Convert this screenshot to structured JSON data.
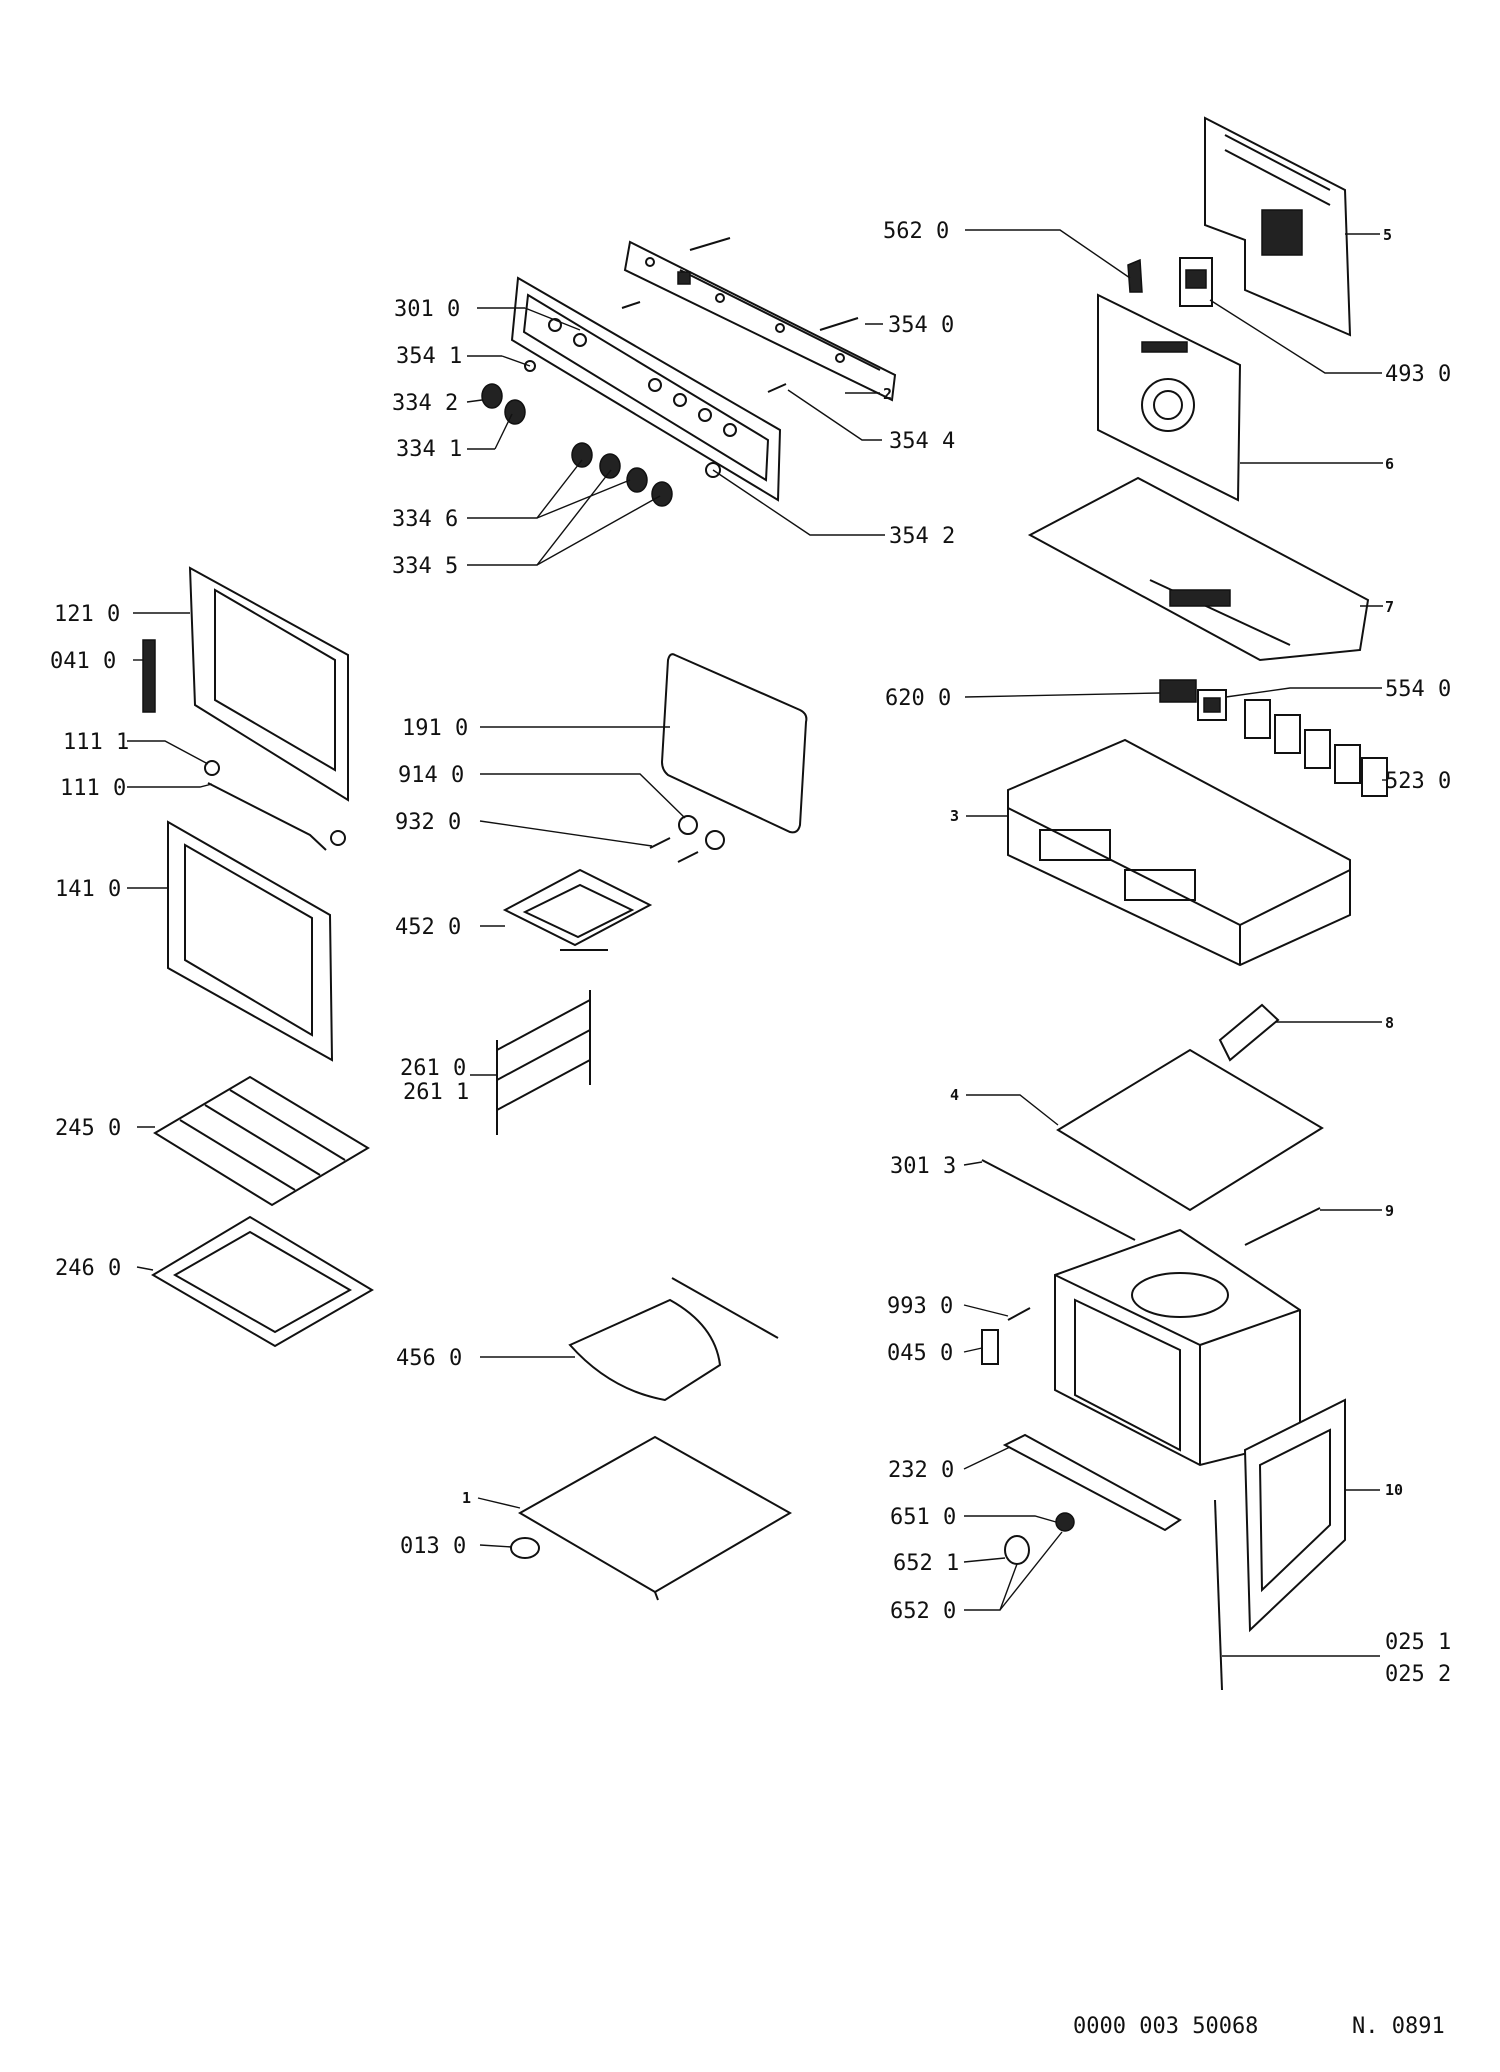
{
  "callouts": [
    {
      "id": "c-562-0",
      "text": "562 0"
    },
    {
      "id": "c-301-0",
      "text": "301 0"
    },
    {
      "id": "c-354-0",
      "text": "354 0"
    },
    {
      "id": "c-354-1",
      "text": "354 1"
    },
    {
      "id": "c-334-2",
      "text": "334 2"
    },
    {
      "id": "c-334-1",
      "text": "334 1"
    },
    {
      "id": "c-354-4",
      "text": "354 4"
    },
    {
      "id": "c-334-6",
      "text": "334 6"
    },
    {
      "id": "c-354-2",
      "text": "354 2"
    },
    {
      "id": "c-334-5",
      "text": "334 5"
    },
    {
      "id": "c-493-0",
      "text": "493 0"
    },
    {
      "id": "c-121-0",
      "text": "121 0"
    },
    {
      "id": "c-041-0",
      "text": "041 0"
    },
    {
      "id": "c-111-1",
      "text": "111 1"
    },
    {
      "id": "c-111-0",
      "text": "111 0"
    },
    {
      "id": "c-141-0",
      "text": "141 0"
    },
    {
      "id": "c-245-0",
      "text": "245 0"
    },
    {
      "id": "c-246-0",
      "text": "246 0"
    },
    {
      "id": "c-191-0",
      "text": "191 0"
    },
    {
      "id": "c-914-0",
      "text": "914 0"
    },
    {
      "id": "c-932-0",
      "text": "932 0"
    },
    {
      "id": "c-452-0",
      "text": "452 0"
    },
    {
      "id": "c-261-0",
      "text": "261 0"
    },
    {
      "id": "c-261-1",
      "text": "261 1"
    },
    {
      "id": "c-456-0",
      "text": "456 0"
    },
    {
      "id": "c-013-0",
      "text": "013 0"
    },
    {
      "id": "c-620-0",
      "text": "620 0"
    },
    {
      "id": "c-554-0",
      "text": "554 0"
    },
    {
      "id": "c-523-0",
      "text": "523 0"
    },
    {
      "id": "c-301-3",
      "text": "301 3"
    },
    {
      "id": "c-993-0",
      "text": "993 0"
    },
    {
      "id": "c-045-0",
      "text": "045 0"
    },
    {
      "id": "c-232-0",
      "text": "232 0"
    },
    {
      "id": "c-651-0",
      "text": "651 0"
    },
    {
      "id": "c-652-1",
      "text": "652 1"
    },
    {
      "id": "c-652-0",
      "text": "652 0"
    },
    {
      "id": "c-025-1",
      "text": "025 1"
    },
    {
      "id": "c-025-2",
      "text": "025 2"
    }
  ],
  "small_callouts": [
    {
      "id": "s-2",
      "text": "2"
    },
    {
      "id": "s-5",
      "text": "5"
    },
    {
      "id": "s-6",
      "text": "6"
    },
    {
      "id": "s-7",
      "text": "7"
    },
    {
      "id": "s-3",
      "text": "3"
    },
    {
      "id": "s-8",
      "text": "8"
    },
    {
      "id": "s-4",
      "text": "4"
    },
    {
      "id": "s-9",
      "text": "9"
    },
    {
      "id": "s-10",
      "text": "10"
    },
    {
      "id": "s-1",
      "text": "1"
    }
  ],
  "footer": {
    "code": "0000 003 50068",
    "ref": "N. 0891"
  }
}
